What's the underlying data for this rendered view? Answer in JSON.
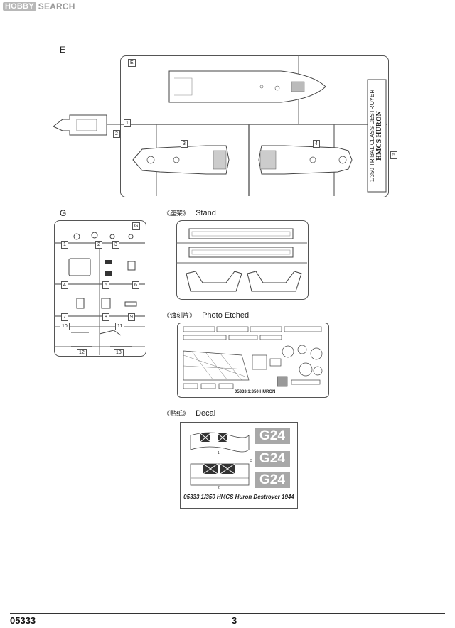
{
  "watermark": {
    "logo": "HOBBY",
    "text": "SEARCH"
  },
  "sprue_e": {
    "section_label": "E",
    "frame_label": "E",
    "parts": [
      "1",
      "2",
      "3",
      "4",
      "5"
    ],
    "side_text_line1": "1/350 TRIBAL CLASS DESTROYER",
    "side_text_line2": "HMCS HURON"
  },
  "sprue_g": {
    "section_label": "G",
    "frame_label": "G",
    "parts": [
      "1",
      "2",
      "3",
      "4",
      "5",
      "6",
      "7",
      "8",
      "9",
      "10",
      "11",
      "12",
      "13"
    ]
  },
  "stand": {
    "cn": "《座架》",
    "en": "Stand"
  },
  "photo_etched": {
    "cn": "《蚀刻片》",
    "en": "Photo Etched",
    "fret_text": "05333  1:350  HURON"
  },
  "decal": {
    "cn": "《贴纸》",
    "en": "Decal",
    "codes": [
      "G24",
      "G24",
      "G24"
    ],
    "numbers": [
      "1",
      "2",
      "3"
    ],
    "caption": "05333 1/350 HMCS Huron Destroyer 1944"
  },
  "footer": {
    "code": "05333",
    "page": "3"
  }
}
